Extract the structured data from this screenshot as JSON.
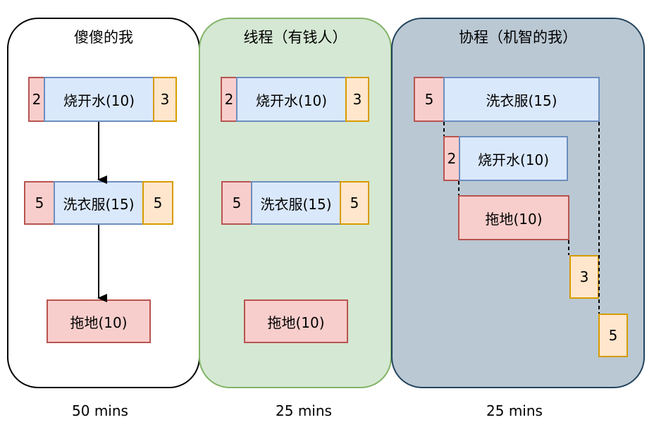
{
  "panels": {
    "sequential": {
      "title": "傻傻的我",
      "task1": {
        "prep": "2",
        "main": "烧开水(10)",
        "post": "3"
      },
      "task2": {
        "prep": "5",
        "main": "洗衣服(15)",
        "post": "5"
      },
      "task3": {
        "main": "拖地(10)"
      },
      "total": "50 mins"
    },
    "thread": {
      "title": "线程（有钱人）",
      "task1": {
        "prep": "2",
        "main": "烧开水(10)",
        "post": "3"
      },
      "task2": {
        "prep": "5",
        "main": "洗衣服(15)",
        "post": "5"
      },
      "task3": {
        "main": "拖地(10)"
      },
      "total": "25 mins"
    },
    "coroutine": {
      "title": "协程（机智的我）",
      "wash_prep": "5",
      "wash_main": "洗衣服(15)",
      "boil_prep": "2",
      "boil_main": "烧开水(10)",
      "mop_main": "拖地(10)",
      "boil_post": "3",
      "wash_post": "5",
      "total": "25 mins"
    }
  },
  "colors": {
    "prep_fill": "#f8cecc",
    "prep_stroke": "#b85450",
    "main_fill": "#dae8fc",
    "main_stroke": "#6c8ebf",
    "post_fill": "#ffe6cc",
    "post_stroke": "#d79b00",
    "panel_thread_fill": "#d5e8d4",
    "panel_coroutine_fill": "#bac8d3"
  }
}
